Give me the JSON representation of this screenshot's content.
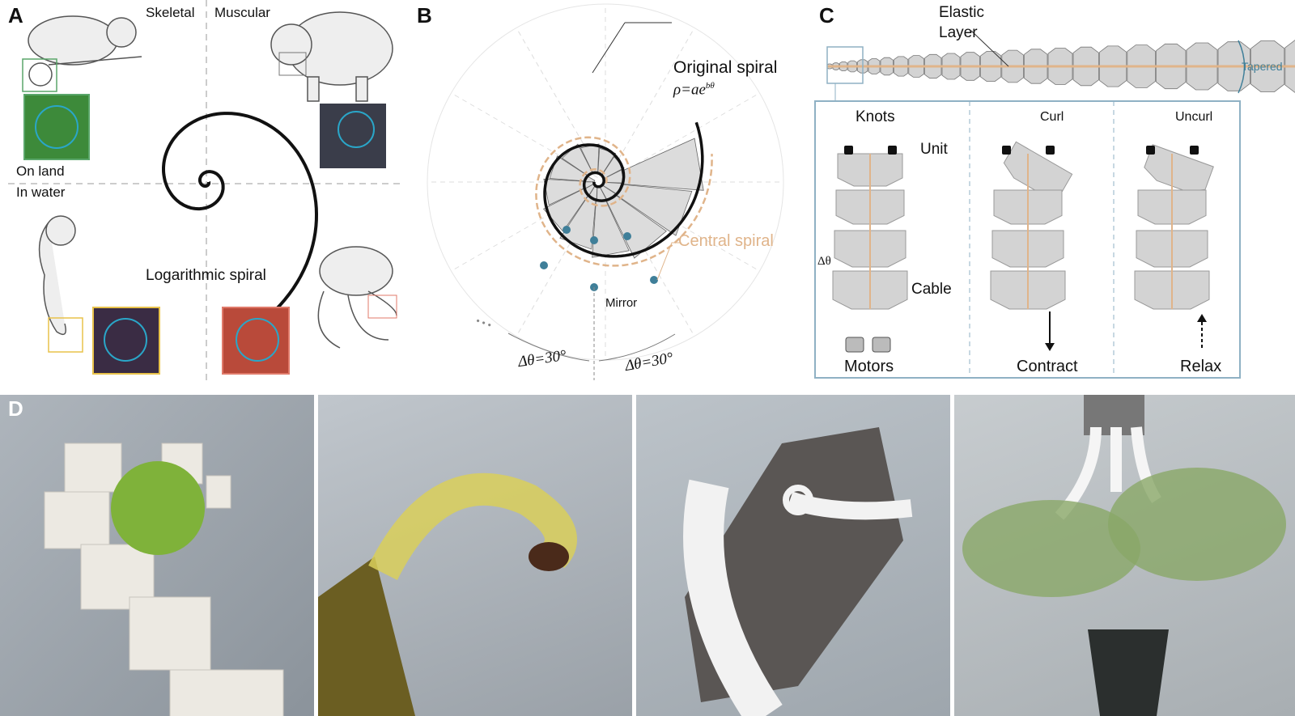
{
  "panel_a": {
    "letter": "A",
    "skeletal": "Skeletal",
    "muscular": "Muscular",
    "on_land": "On land",
    "in_water": "In water",
    "spiral_label": "Logarithmic spiral"
  },
  "panel_b": {
    "letter": "B",
    "original_spiral": "Original spiral",
    "formula": "ρ=ae",
    "formula_exp": "bθ",
    "central_spiral": "Central spiral",
    "mirror": "Mirror",
    "delta_left": "Δθ=30°",
    "delta_right": "Δθ=30°",
    "ellipsis": "• • •"
  },
  "panel_c": {
    "letter": "C",
    "elastic": "Elastic",
    "layer": "Layer",
    "tapered": "Tapered",
    "knots": "Knots",
    "unit": "Unit",
    "delta": "Δθ",
    "cable": "Cable",
    "motors": "Motors",
    "curl": "Curl",
    "contract": "Contract",
    "uncurl": "Uncurl",
    "relax": "Relax"
  },
  "panel_d": {
    "letter": "D"
  },
  "colors": {
    "accent_orange": "#e0b48a",
    "accent_blue": "#3f7f99",
    "unit_gray": "#d6d6d6",
    "photo_bg": "#a9b1b8"
  }
}
